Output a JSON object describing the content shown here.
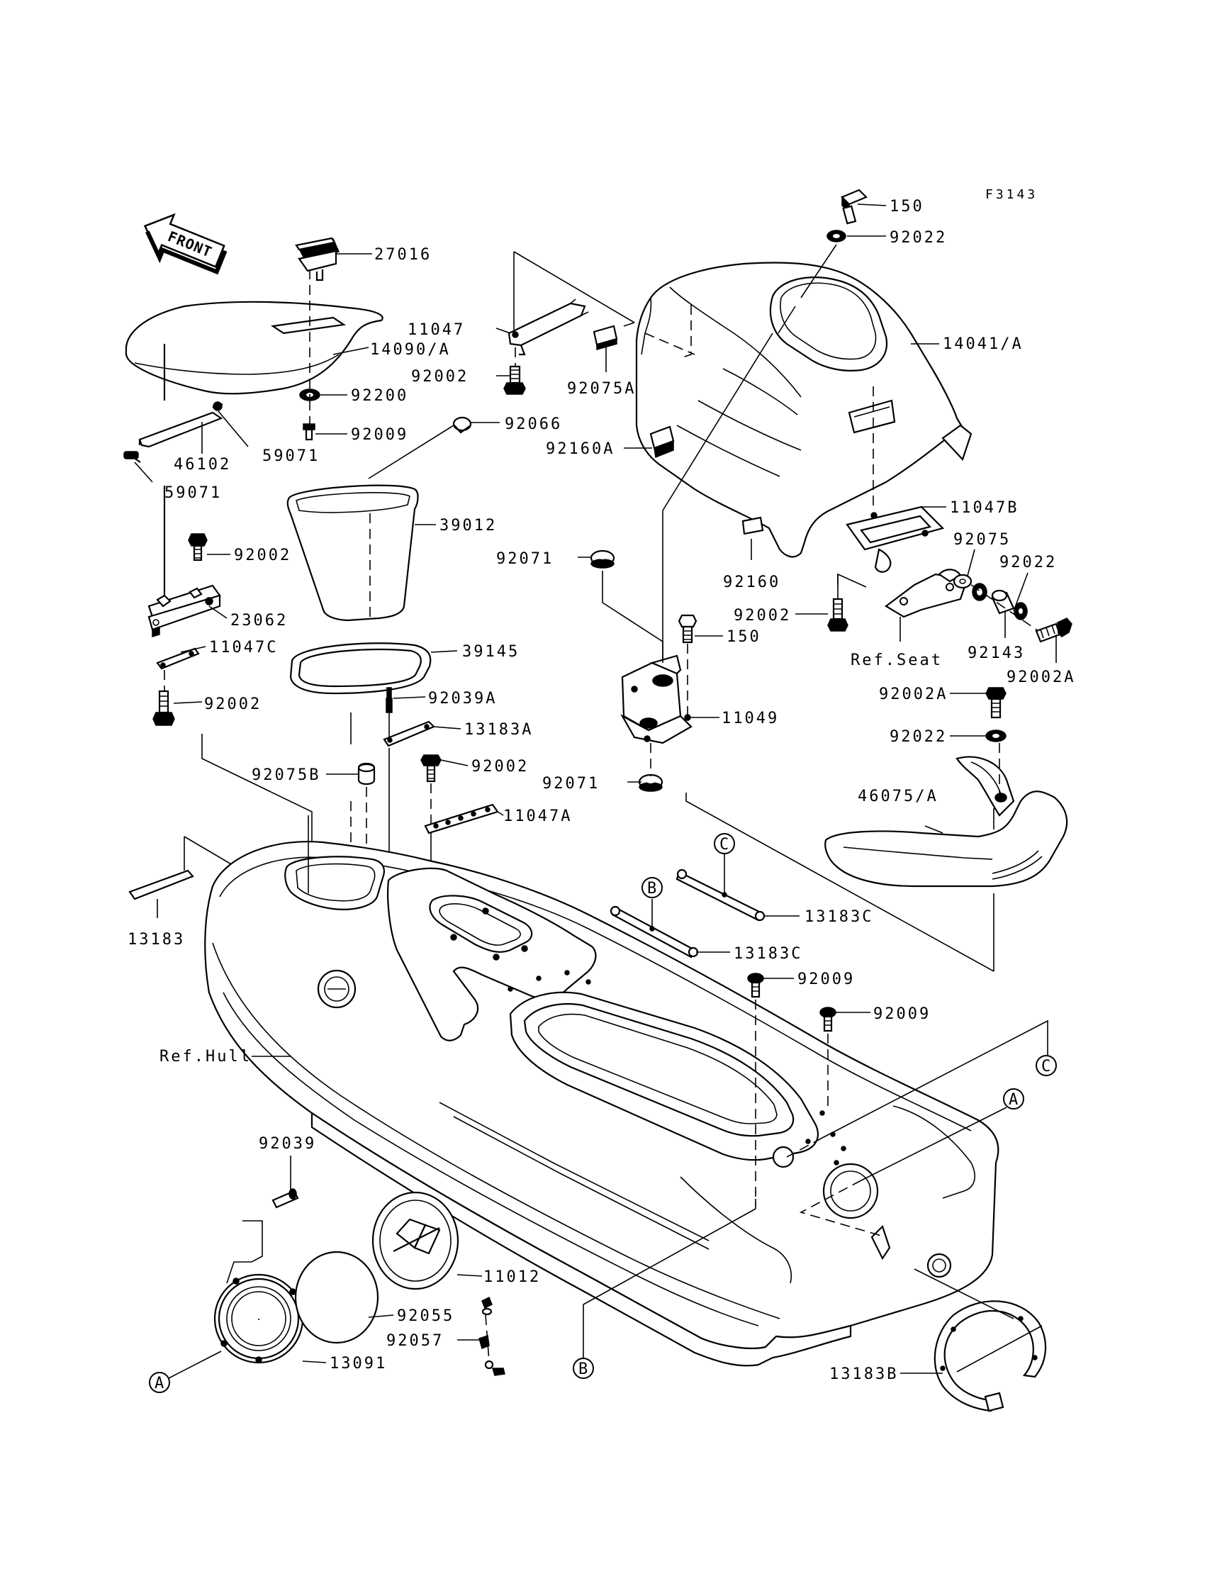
{
  "figure_id": "F3143",
  "front_label": "FRONT",
  "refs": {
    "A": "A",
    "B": "B",
    "C": "C"
  },
  "parts": [
    {
      "id": "p27016",
      "text": "27016"
    },
    {
      "id": "p14090A",
      "text": "14090/A"
    },
    {
      "id": "p92200",
      "text": "92200"
    },
    {
      "id": "p92009a",
      "text": "92009"
    },
    {
      "id": "p46102",
      "text": "46102"
    },
    {
      "id": "p59071a",
      "text": "59071"
    },
    {
      "id": "p59071b",
      "text": "59071"
    },
    {
      "id": "p11047",
      "text": "11047"
    },
    {
      "id": "p92002a",
      "text": "92002"
    },
    {
      "id": "p92075A",
      "text": "92075A"
    },
    {
      "id": "p92066",
      "text": "92066"
    },
    {
      "id": "p92160A",
      "text": "92160A"
    },
    {
      "id": "p39012",
      "text": "39012"
    },
    {
      "id": "p92002b",
      "text": "92002"
    },
    {
      "id": "p23062",
      "text": "23062"
    },
    {
      "id": "p11047C",
      "text": "11047C"
    },
    {
      "id": "p92002c",
      "text": "92002"
    },
    {
      "id": "p39145",
      "text": "39145"
    },
    {
      "id": "p92039A",
      "text": "92039A"
    },
    {
      "id": "p13183A",
      "text": "13183A"
    },
    {
      "id": "p92075B",
      "text": "92075B"
    },
    {
      "id": "p92002d",
      "text": "92002"
    },
    {
      "id": "p11047A",
      "text": "11047A"
    },
    {
      "id": "p13183",
      "text": "13183"
    },
    {
      "id": "pRefHull",
      "text": "Ref.Hull"
    },
    {
      "id": "p150a",
      "text": "150"
    },
    {
      "id": "p92022a",
      "text": "92022"
    },
    {
      "id": "p14041A",
      "text": "14041/A"
    },
    {
      "id": "p11047B",
      "text": "11047B"
    },
    {
      "id": "p92075",
      "text": "92075"
    },
    {
      "id": "p92022b",
      "text": "92022"
    },
    {
      "id": "p92071a",
      "text": "92071"
    },
    {
      "id": "p92160",
      "text": "92160"
    },
    {
      "id": "p92002e",
      "text": "92002"
    },
    {
      "id": "p150b",
      "text": "150"
    },
    {
      "id": "pRefSeat",
      "text": "Ref.Seat"
    },
    {
      "id": "p92143",
      "text": "92143"
    },
    {
      "id": "p92002A1",
      "text": "92002A"
    },
    {
      "id": "p11049",
      "text": "11049"
    },
    {
      "id": "p92002A2",
      "text": "92002A"
    },
    {
      "id": "p92022c",
      "text": "92022"
    },
    {
      "id": "p92071b",
      "text": "92071"
    },
    {
      "id": "p46075A",
      "text": "46075/A"
    },
    {
      "id": "p13183Ca",
      "text": "13183C"
    },
    {
      "id": "p13183Cb",
      "text": "13183C"
    },
    {
      "id": "p92009b",
      "text": "92009"
    },
    {
      "id": "p92009c",
      "text": "92009"
    },
    {
      "id": "p92039",
      "text": "92039"
    },
    {
      "id": "p11012",
      "text": "11012"
    },
    {
      "id": "p92055",
      "text": "92055"
    },
    {
      "id": "p92057",
      "text": "92057"
    },
    {
      "id": "p13091",
      "text": "13091"
    },
    {
      "id": "p13183B",
      "text": "13183B"
    }
  ]
}
